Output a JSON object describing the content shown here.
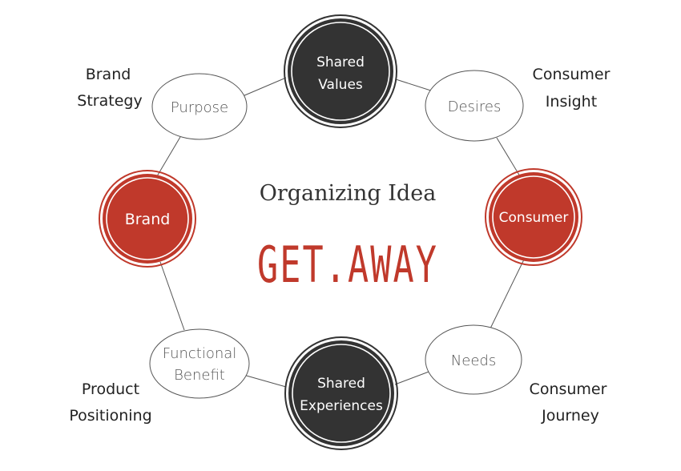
{
  "center": {
    "title": "Organizing Idea",
    "main": "GET.AWAY"
  },
  "nodes": {
    "shared_values": [
      "Shared",
      "Values"
    ],
    "shared_experiences": [
      "Shared",
      "Experiences"
    ],
    "brand": [
      "Brand"
    ],
    "consumer": [
      "Consumer"
    ],
    "purpose": [
      "Purpose"
    ],
    "desires": [
      "Desires"
    ],
    "functional_benefit": [
      "Functional",
      "Benefit"
    ],
    "needs": [
      "Needs"
    ]
  },
  "side_labels": {
    "brand_strategy": [
      "Brand",
      "Strategy"
    ],
    "consumer_insight": [
      "Consumer",
      "Insight"
    ],
    "product_positioning": [
      "Product",
      "Positioning"
    ],
    "consumer_journey": [
      "Consumer",
      "Journey"
    ]
  },
  "colors": {
    "dark": "#333333",
    "accent": "#c0392b",
    "outline": "#555555"
  }
}
